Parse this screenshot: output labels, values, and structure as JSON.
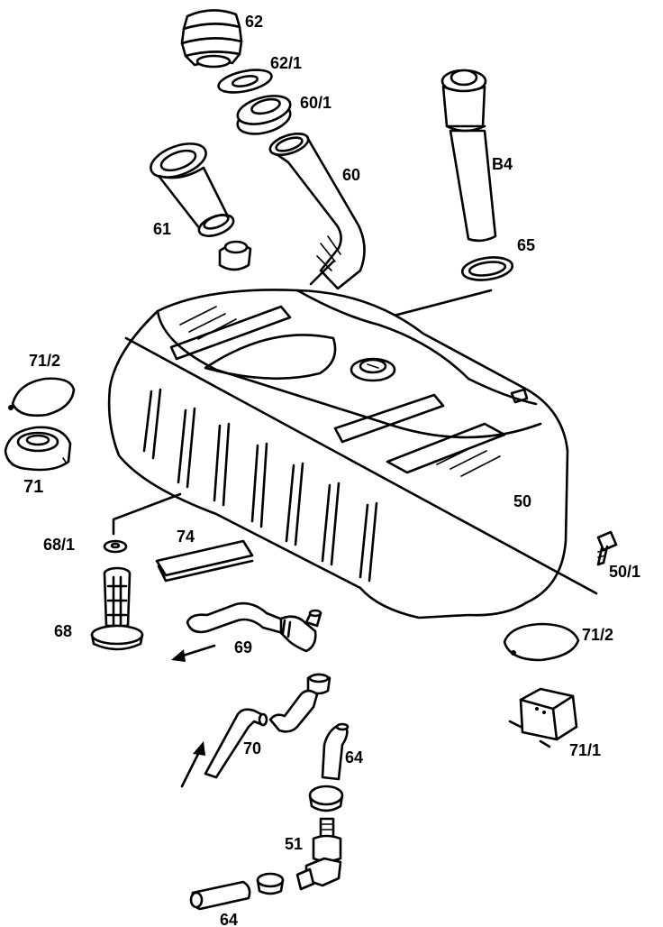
{
  "labels": {
    "p62": "62",
    "p62_1": "62/1",
    "p60_1": "60/1",
    "p60": "60",
    "pB4": "B4",
    "p61": "61",
    "p65": "65",
    "p71_2_left": "71/2",
    "p71": "71",
    "p50": "50",
    "p68_1": "68/1",
    "p74": "74",
    "p50_1": "50/1",
    "p68": "68",
    "p69": "69",
    "p71_2_right": "71/2",
    "p71_1": "71/1",
    "p70": "70",
    "p64_upper": "64",
    "p51": "51",
    "p64_lower": "64"
  },
  "icons": {
    "flow_arrow_69": "arrow-left-down-icon",
    "flow_arrow_70": "arrow-up-right-icon"
  }
}
